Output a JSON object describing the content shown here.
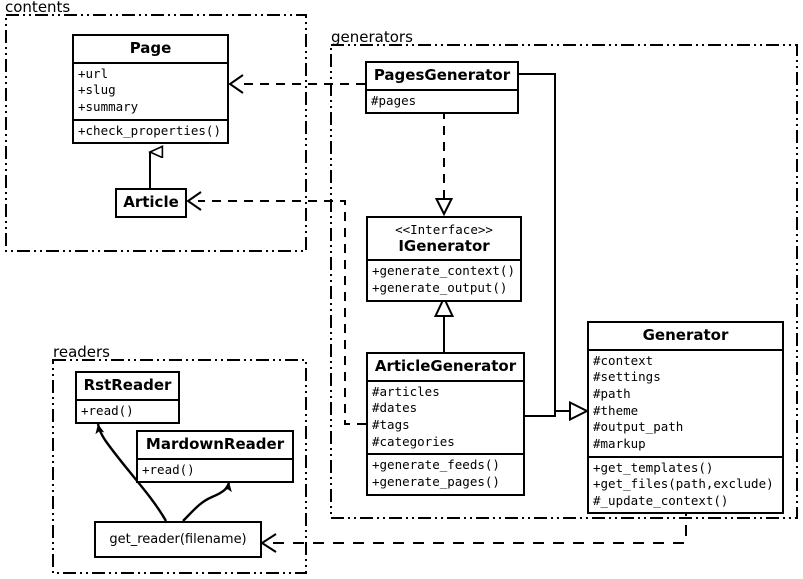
{
  "diagram": {
    "type": "uml-class-diagram",
    "packages": [
      {
        "id": "contents",
        "label": "contents"
      },
      {
        "id": "generators",
        "label": "generators"
      },
      {
        "id": "readers",
        "label": "readers"
      }
    ],
    "classes": {
      "page": {
        "name": "Page",
        "attributes": [
          "+url",
          "+slug",
          "+summary"
        ],
        "operations": [
          "+check_properties()"
        ]
      },
      "article": {
        "name": "Article",
        "attributes": [],
        "operations": []
      },
      "pages_generator": {
        "name": "PagesGenerator",
        "attributes": [
          "#pages"
        ],
        "operations": []
      },
      "igenerator": {
        "stereotype": "<<Interface>>",
        "name": "IGenerator",
        "attributes": [],
        "operations": [
          "+generate_context()",
          "+generate_output()"
        ]
      },
      "article_generator": {
        "name": "ArticleGenerator",
        "attributes": [
          "#articles",
          "#dates",
          "#tags",
          "#categories"
        ],
        "operations": [
          "+generate_feeds()",
          "+generate_pages()"
        ]
      },
      "generator": {
        "name": "Generator",
        "attributes": [
          "#context",
          "#settings",
          "#path",
          "#theme",
          "#output_path",
          "#markup"
        ],
        "operations": [
          "+get_templates()",
          "+get_files(path,exclude)",
          "#_update_context()"
        ]
      },
      "rst_reader": {
        "name": "RstReader",
        "attributes": [],
        "operations": [
          "+read()"
        ]
      },
      "mardown_reader": {
        "name": "MardownReader",
        "attributes": [],
        "operations": [
          "+read()"
        ]
      },
      "get_reader": {
        "name": "get_reader(filename)"
      }
    },
    "relations": [
      {
        "id": "article-inherits-page",
        "from": "article",
        "to": "page",
        "kind": "generalization"
      },
      {
        "id": "pagesgenerator-realizes-igenerator",
        "from": "pages_generator",
        "to": "igenerator",
        "kind": "realization"
      },
      {
        "id": "articlegenerator-realizes-igenerator",
        "from": "article_generator",
        "to": "igenerator",
        "kind": "generalization"
      },
      {
        "id": "pagesgenerator-extends-generator",
        "from": "pages_generator",
        "to": "generator",
        "kind": "generalization"
      },
      {
        "id": "articlegenerator-extends-generator",
        "from": "article_generator",
        "to": "generator",
        "kind": "generalization"
      },
      {
        "id": "pagesgenerator-uses-page",
        "from": "pages_generator",
        "to": "page",
        "kind": "dependency"
      },
      {
        "id": "articlegenerator-uses-article",
        "from": "article_generator",
        "to": "article",
        "kind": "dependency"
      },
      {
        "id": "generator-uses-get-reader",
        "from": "generator",
        "to": "get_reader",
        "kind": "dependency"
      },
      {
        "id": "get-reader-returns-rstreader",
        "from": "get_reader",
        "to": "rst_reader",
        "kind": "flow"
      },
      {
        "id": "get-reader-returns-mardownreader",
        "from": "get_reader",
        "to": "mardown_reader",
        "kind": "flow"
      }
    ],
    "colors": {
      "stroke": "#000000",
      "fill": "#ffffff"
    }
  }
}
